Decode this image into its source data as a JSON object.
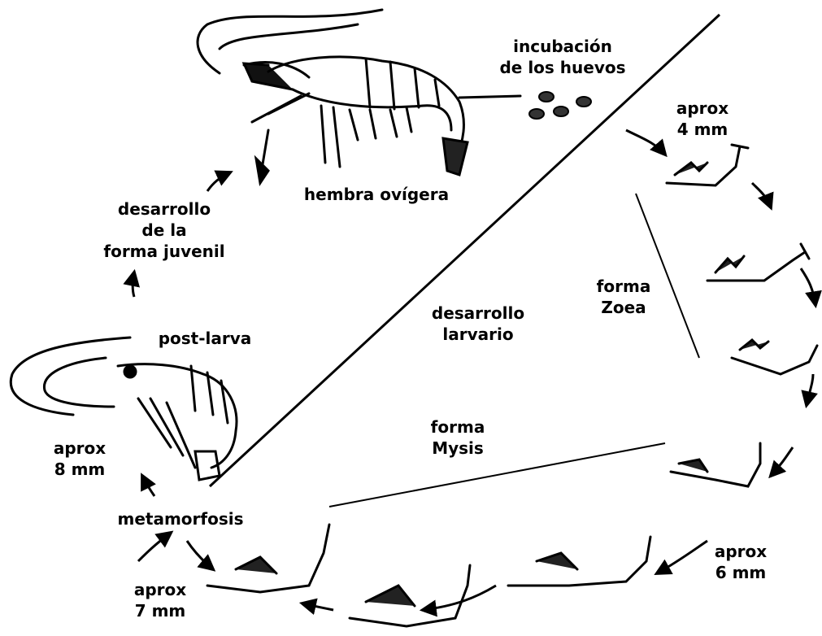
{
  "labels": {
    "incubacion": [
      "incubación",
      "de los huevos"
    ],
    "hembra": "hembra ovígera",
    "aprox4": [
      "aprox",
      "4 mm"
    ],
    "desarrollo_juvenil": [
      "desarrollo",
      "de la",
      "forma juvenil"
    ],
    "forma_zoea": [
      "forma",
      "Zoea"
    ],
    "desarrollo_larvario": [
      "desarrollo",
      "larvario"
    ],
    "post_larva": "post-larva",
    "forma_mysis": [
      "forma",
      "Mysis"
    ],
    "aprox8": [
      "aprox",
      "8 mm"
    ],
    "metamorfosis": "metamorfosis",
    "aprox6": [
      "aprox",
      "6 mm"
    ],
    "aprox7": [
      "aprox",
      "7 mm"
    ]
  },
  "colors": {
    "ink": "#000000",
    "paper": "#ffffff"
  }
}
